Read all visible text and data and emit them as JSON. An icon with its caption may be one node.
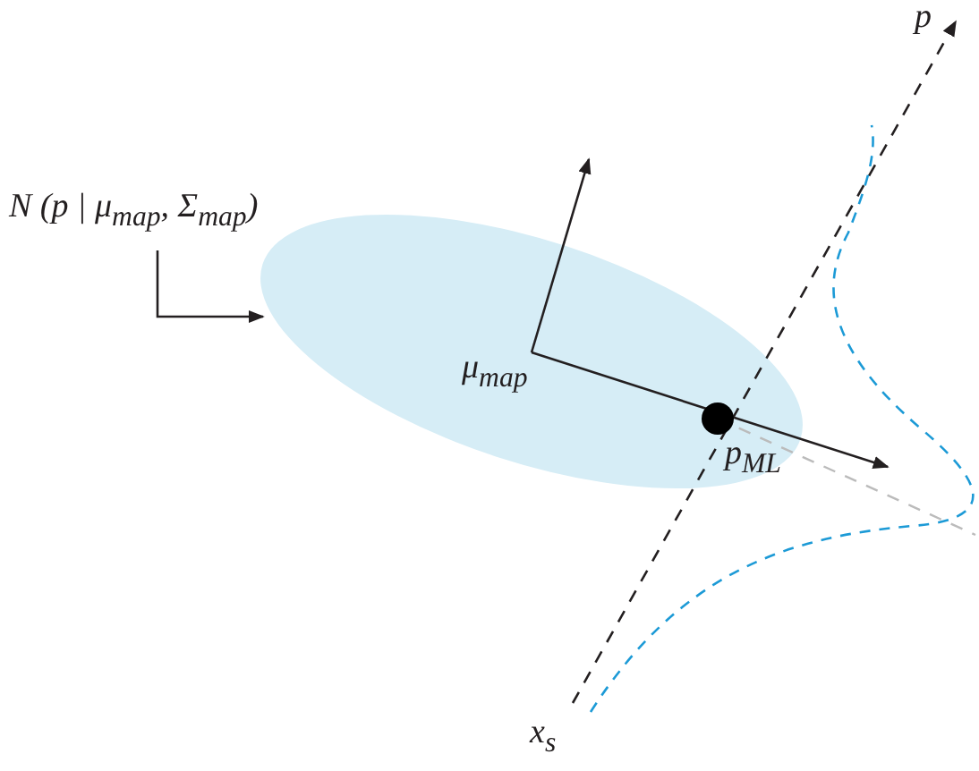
{
  "diagram": {
    "nodes": [
      {
        "text": [
          "N (p | μ$_{map}$, Σ$_{map}$)"
        ]
      },
      {
        "text": [],
        "shape": "ellipse"
      }
    ],
    "edges": [
      {
        "from": 0,
        "to": 1,
        "arrow": "to"
      }
    ],
    "labels": [
      "p",
      "μ$_{map}$",
      "p$_{ML}$",
      "x$_{s}$"
    ]
  }
}
